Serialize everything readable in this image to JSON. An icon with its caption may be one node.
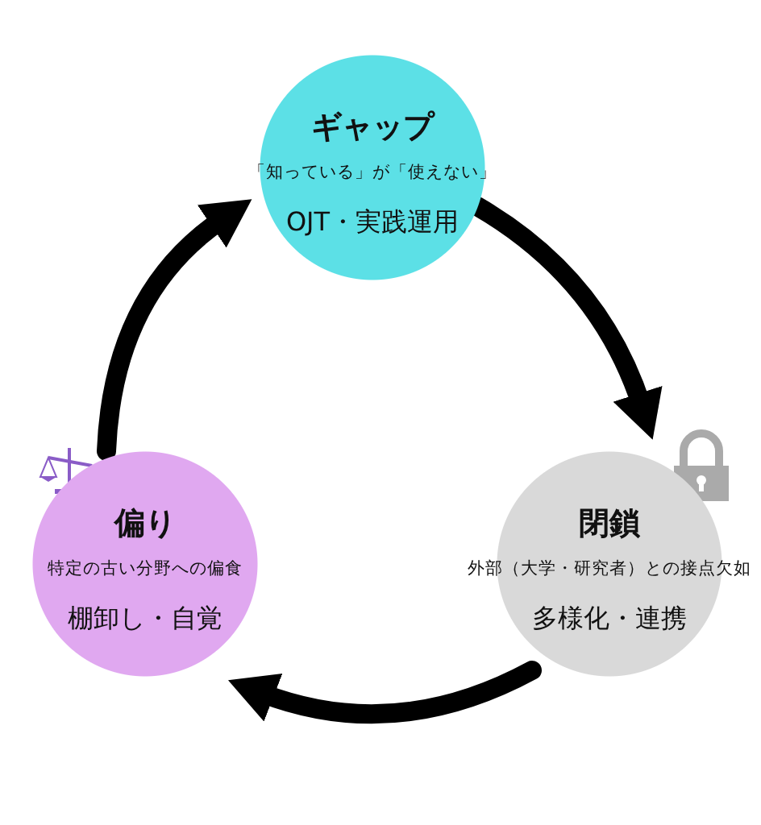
{
  "diagram": {
    "nodes": [
      {
        "text": [
          "ギャップ",
          "「知っている」が「使えない」",
          "OJT・実践運用"
        ]
      },
      {
        "text": [
          "閉鎖",
          "外部（大学・研究者）との接点欠如",
          "多様化・連携"
        ]
      },
      {
        "text": [
          "偏り",
          "特定の古い分野への偏食",
          "棚卸し・自覚"
        ]
      }
    ],
    "edges": [
      {
        "from": 0,
        "to": 1,
        "arrow": "to"
      },
      {
        "from": 1,
        "to": 2,
        "arrow": "to"
      },
      {
        "from": 2,
        "to": 0,
        "arrow": "to"
      }
    ]
  }
}
